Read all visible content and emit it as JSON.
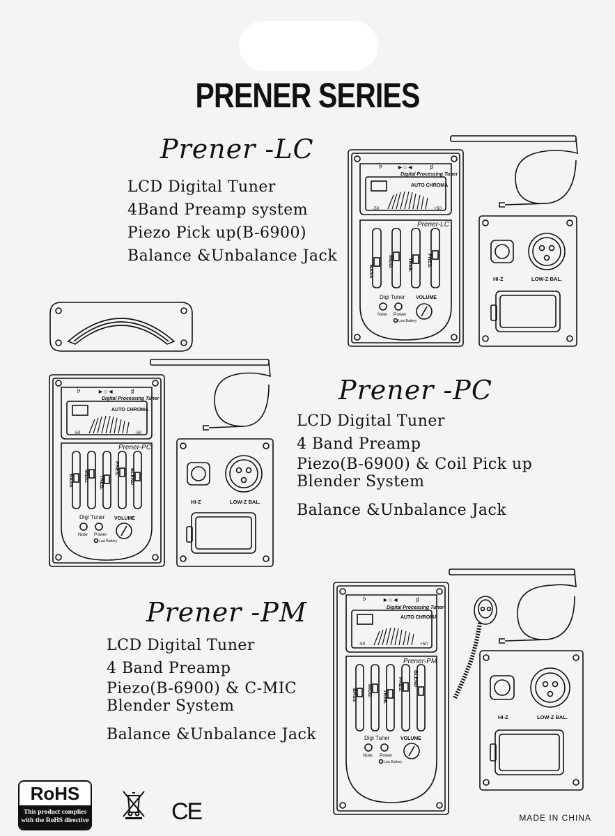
{
  "header": {
    "title": "PRENER SERIES"
  },
  "models": [
    {
      "name": "Prener -LC",
      "features": [
        "LCD Digital Tuner",
        "4Band Preamp system",
        "Piezo Pick up(B-6900)",
        "Balance &Unbalance Jack"
      ],
      "panel": {
        "header_label": "Digital Processing Tuner",
        "display_mode": "AUTO CHROMA",
        "scale_min": "-50",
        "scale_max": "+50",
        "brand_label": "Prener-LC",
        "sliders": [
          "BASS",
          "MIDD.",
          "TREB.",
          "PRES."
        ],
        "tuner_label": "Digi Tuner",
        "note_label": "Note",
        "power_label": "Power",
        "volume_label": "VOLUME",
        "battery_label": "Low Battery"
      },
      "jack_plate": {
        "hiz_label": "HI-Z",
        "lowz_label": "LOW-Z BAL."
      }
    },
    {
      "name": "Prener -PC",
      "features": [
        "LCD Digital Tuner",
        "4 Band Preamp",
        "Piezo(B-6900) & Coil Pick up",
        "Blender System",
        "Balance &Unbalance Jack"
      ],
      "panel": {
        "header_label": "Digital Processing Tuner",
        "display_mode": "AUTO CHROMA",
        "scale_min": "-50",
        "scale_max": "-50",
        "brand_label": "Prener-PC",
        "sliders": [
          "BASS",
          "MIDD.",
          "TREB.",
          "PRES.",
          "BLEND"
        ],
        "tuner_label": "Digi Tuner",
        "note_label": "Note",
        "power_label": "Power",
        "volume_label": "VOLUME",
        "battery_label": "Low Battery"
      },
      "jack_plate": {
        "hiz_label": "HI-Z",
        "lowz_label": "LOW-Z BAL."
      }
    },
    {
      "name": "Prener -PM",
      "features": [
        "LCD Digital Tuner",
        "4 Band Preamp",
        "Piezo(B-6900) & C-MIC",
        "Blender System",
        "Balance &Unbalance Jack"
      ],
      "panel": {
        "header_label": "Digital Processing Tuner",
        "display_mode": "AUTO CHROMA",
        "scale_min": "-50",
        "scale_max": "+50",
        "brand_label": "Prener-PM",
        "sliders": [
          "BASS",
          "MIDD.",
          "TREB.",
          "PRES.",
          "BLEND"
        ],
        "tuner_label": "Digi Tuner",
        "note_label": "Note",
        "power_label": "Power",
        "volume_label": "VOLUME",
        "battery_label": "Low Battery"
      },
      "jack_plate": {
        "hiz_label": "HI-Z",
        "lowz_label": "LOW-Z BAL."
      }
    }
  ],
  "footer": {
    "rohs_title": "RoHS",
    "rohs_note": "This product complies with the RoHS directive",
    "ce_mark": "CE",
    "made_in": "MADE IN CHINA"
  },
  "icons": [
    "weee-crossed-bin-icon",
    "ce-mark-icon"
  ]
}
